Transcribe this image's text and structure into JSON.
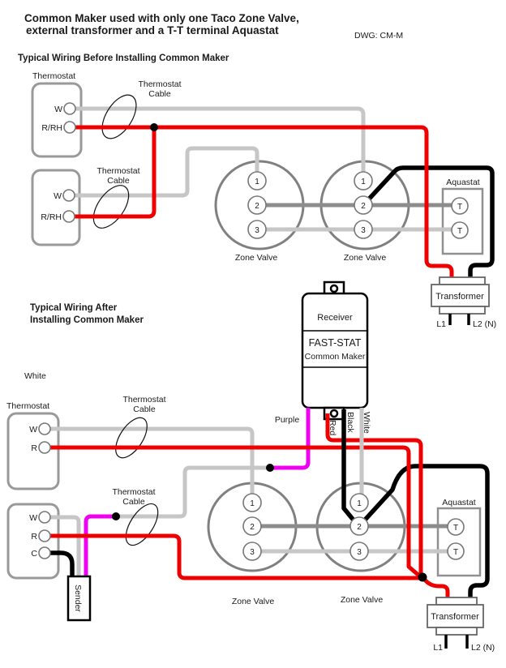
{
  "title": {
    "line1": "Common Maker used with only one Taco Zone Valve,",
    "line2": "external transformer and a T-T terminal Aquastat",
    "dwg": "DWG: CM-M"
  },
  "headings": {
    "before": "Typical Wiring Before Installing Common Maker",
    "after1": "Typical Wiring After",
    "after2": "Installing Common Maker"
  },
  "labels": {
    "thermostat": "Thermostat",
    "cable_l1": "Thermostat",
    "cable_l2": "Cable",
    "zone_valve": "Zone Valve",
    "aquastat": "Aquastat",
    "transformer": "Transformer",
    "l1": "L1",
    "l2": "L2 (N)",
    "white_note": "White",
    "sender": "Sender"
  },
  "wire_labels": {
    "purple": "Purple",
    "red": "Red",
    "black": "Black",
    "white": "White"
  },
  "receiver": {
    "name": "Receiver",
    "brand": "FAST-STAT",
    "product": "Common Maker"
  },
  "terminals": {
    "w": "W",
    "r_rh": "R/RH",
    "r": "R",
    "c": "C",
    "t": "T",
    "n1": "1",
    "n2": "2",
    "n3": "3"
  },
  "colors": {
    "red_wire": "#ee0000",
    "purple_wire": "#f000f0",
    "light_gray_wire": "#c6c6c6",
    "dark_gray_wire": "#8c8c8c",
    "black_wire": "#000000"
  }
}
